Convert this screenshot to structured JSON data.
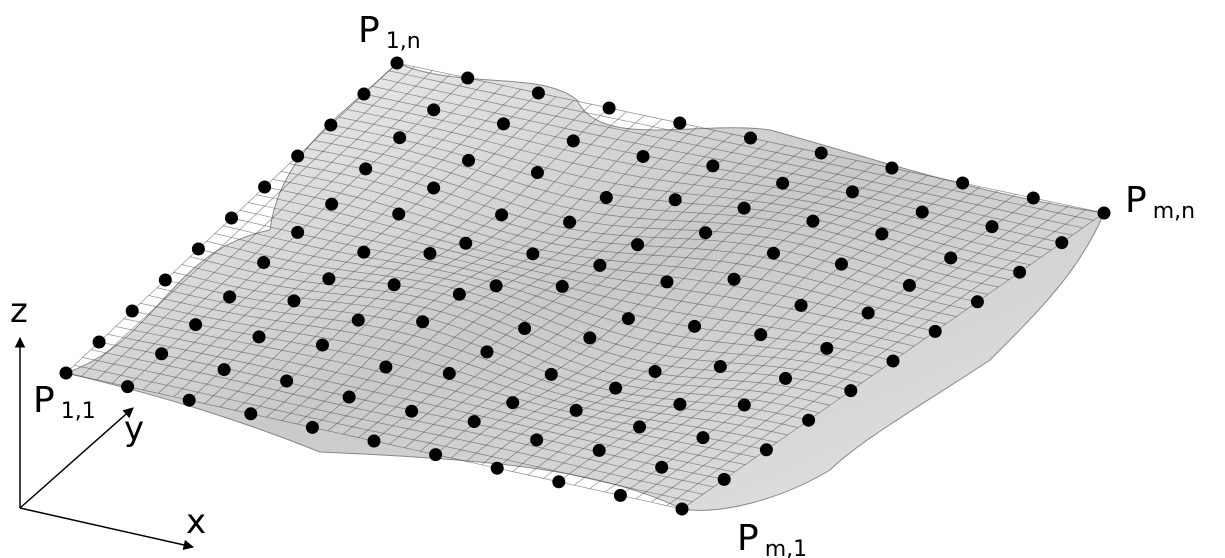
{
  "corner_labels": {
    "p11": {
      "base": "P",
      "sub": "1,1"
    },
    "p1n": {
      "base": "P",
      "sub": "1,n"
    },
    "pmn": {
      "base": "P",
      "sub": "m,n"
    },
    "pm1": {
      "base": "P",
      "sub": "m,1"
    }
  },
  "axes": {
    "x": "x",
    "y": "y",
    "z": "z"
  },
  "grid": {
    "rows": 11,
    "cols": 11
  }
}
